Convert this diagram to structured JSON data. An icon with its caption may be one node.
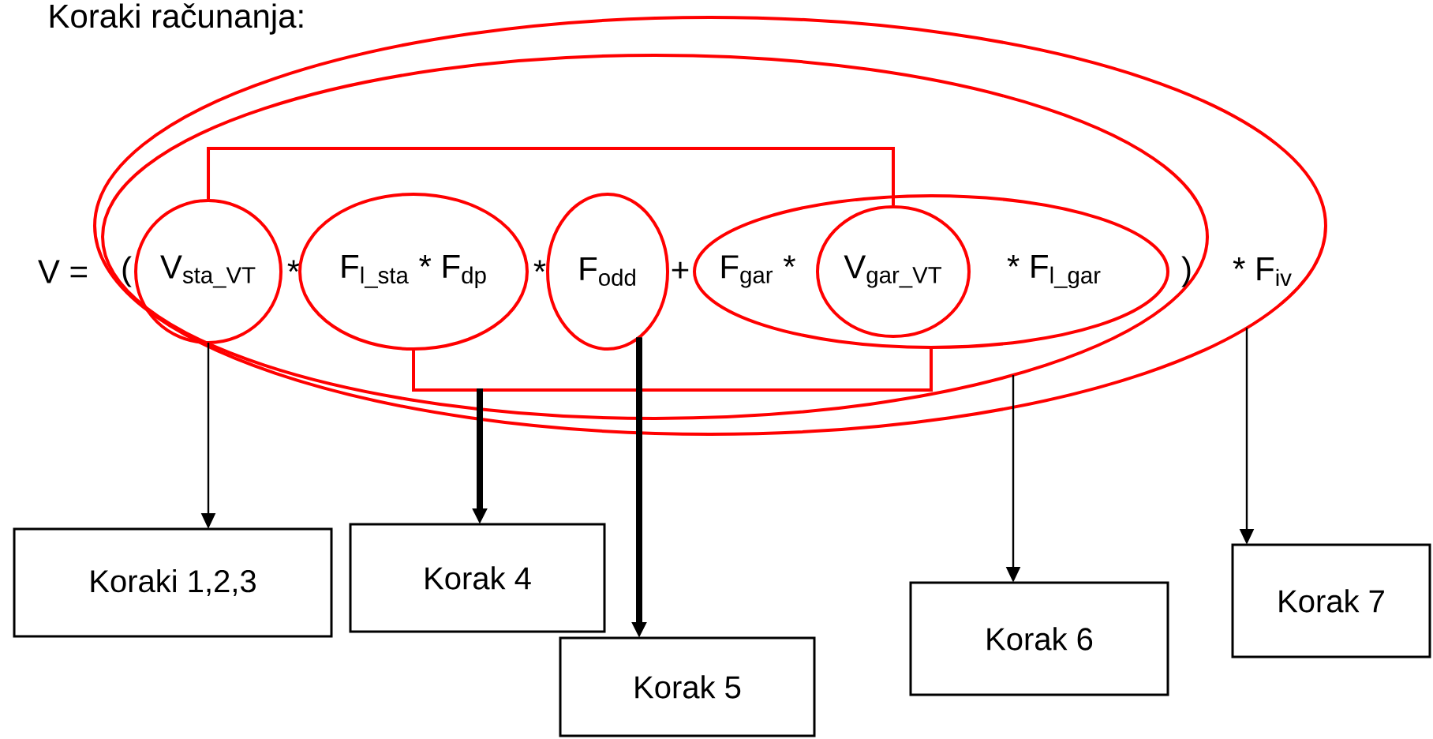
{
  "diagram": {
    "title": "Koraki računanja:",
    "nodes": [
      {
        "text": [
          "* F$_{iv}$"
        ]
      },
      {
        "text": [
          "(",
          "*",
          "*",
          "+",
          ")"
        ],
        "in": 0
      },
      {
        "text": [
          "V$_{sta_VT}$"
        ],
        "in": 1
      },
      {
        "text": [
          "F$_{l_sta}$ * F$_{dp}$"
        ],
        "in": 1
      },
      {
        "text": [
          "F$_{odd}$"
        ],
        "in": 1
      },
      {
        "text": [
          "F$_{gar}$ *",
          "* F$_{l_gar}$"
        ],
        "in": 1
      },
      {
        "text": [
          "V$_{gar_VT}$"
        ],
        "in": 5
      },
      {
        "text": [
          "Koraki 1,2,3"
        ]
      },
      {
        "text": [
          "Korak 4"
        ]
      },
      {
        "text": [
          "Korak 5"
        ]
      },
      {
        "text": [
          "Korak 6"
        ]
      },
      {
        "text": [
          "Korak 7"
        ]
      }
    ],
    "edges": [
      {
        "from": 2,
        "to": 6,
        "arrow": "none",
        "color": "#ff0000"
      },
      {
        "from": 3,
        "to": 5,
        "arrow": "none",
        "color": "#ff0000"
      },
      {
        "from": 2,
        "to": 7,
        "arrow": "to"
      },
      {
        "from": 3,
        "to": 8,
        "arrow": "to",
        "style": "thick"
      },
      {
        "from": 4,
        "to": 9,
        "arrow": "to",
        "style": "thick"
      },
      {
        "from": 1,
        "to": 10,
        "arrow": "to"
      },
      {
        "from": 0,
        "to": 11,
        "arrow": "to"
      }
    ],
    "labels": [
      "V ="
    ]
  }
}
